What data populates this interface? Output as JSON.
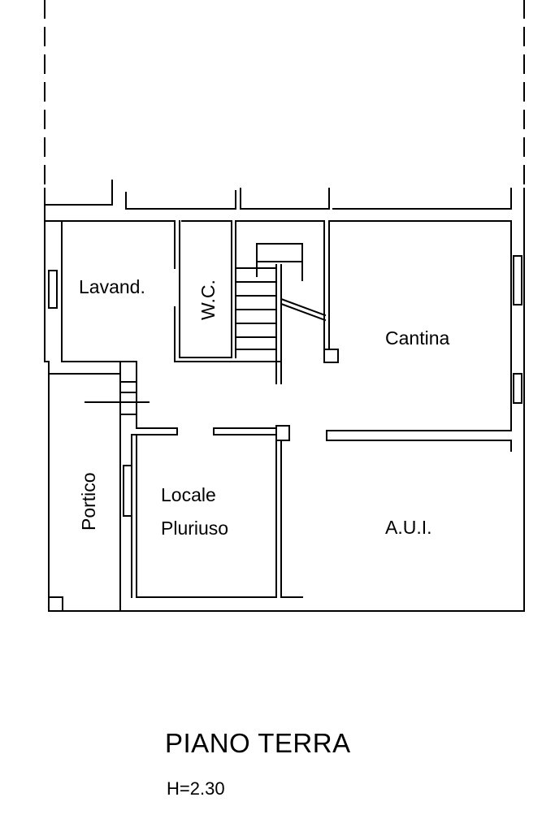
{
  "plan": {
    "title": "PIANO TERRA",
    "height_label": "H=2.30"
  },
  "rooms": {
    "lavand": "Lavand.",
    "wc": "W.C.",
    "cantina": "Cantina",
    "portico": "Portico",
    "locale_line1": "Locale",
    "locale_line2": "Pluriuso",
    "aui": "A.U.I."
  },
  "colors": {
    "line": "#000000",
    "background": "#ffffff"
  }
}
